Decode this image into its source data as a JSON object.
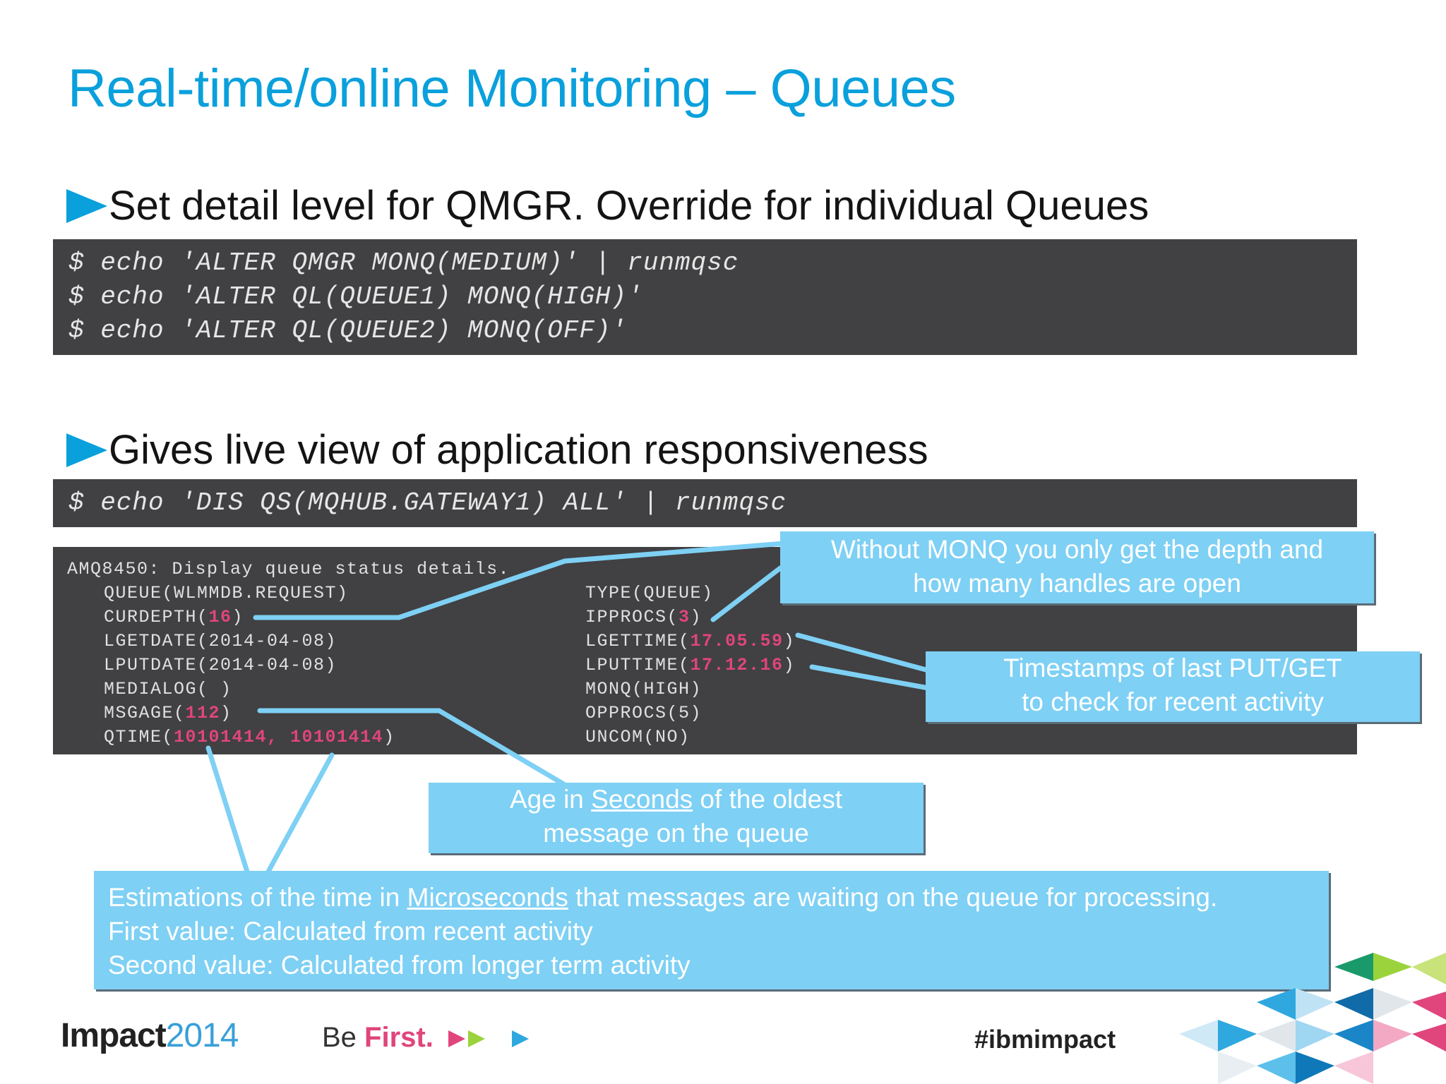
{
  "title": "Real-time/online Monitoring – Queues",
  "bullet1": "Set detail level for QMGR. Override for individual Queues",
  "code1": [
    "$ echo 'ALTER QMGR MONQ(MEDIUM)' | runmqsc",
    "$ echo 'ALTER QL(QUEUE1) MONQ(HIGH)'",
    "$ echo 'ALTER QL(QUEUE2) MONQ(OFF)'"
  ],
  "bullet2": "Gives live view of application responsiveness",
  "code2": "$ echo 'DIS QS(MQHUB.GATEWAY1) ALL' | runmqsc",
  "output": {
    "header": "AMQ8450: Display queue status details.",
    "queue": "QUEUE(WLMMDB.REQUEST)",
    "type": "TYPE(QUEUE)",
    "curdepth_pre": "CURDEPTH(",
    "curdepth_val": "16",
    "curdepth_post": ")",
    "ipprocs_pre": "IPPROCS(",
    "ipprocs_val": "3",
    "ipprocs_post": ")",
    "lgetdate": "LGETDATE(2014-04-08)",
    "lgettime_pre": "LGETTIME(",
    "lgettime_val": "17.05.59",
    "lgettime_post": ")",
    "lputdate": "LPUTDATE(2014-04-08)",
    "lputtime_pre": "LPUTTIME(",
    "lputtime_val": "17.12.16",
    "lputtime_post": ")",
    "medialog": "MEDIALOG( )",
    "monq": "MONQ(HIGH)",
    "msgage_pre": "MSGAGE(",
    "msgage_val": "112",
    "msgage_post": ")",
    "opprocs": "OPPROCS(5)",
    "qtime_pre": "QTIME(",
    "qtime_val": "10101414, 10101414",
    "qtime_post": ")",
    "uncom": "UNCOM(NO)"
  },
  "callouts": {
    "monq_line1": "Without MONQ you only get the depth and",
    "monq_line2": "how many handles are open",
    "ts_line1": "Timestamps of last PUT/GET",
    "ts_line2": "to check for recent activity",
    "age_pre": "Age in ",
    "age_u": "Seconds",
    "age_post": " of the oldest",
    "age_line2": "message on the queue",
    "est_pre": "Estimations of the time in ",
    "est_u": "Microseconds",
    "est_post": " that messages are waiting on the queue for processing.",
    "est_line2": "First value: Calculated from recent activity",
    "est_line3": "Second value: Calculated from longer term activity"
  },
  "footer": {
    "impact": "Impact",
    "year": "2014",
    "be": "Be ",
    "first": "First.",
    "hashtag": "#ibmimpact"
  },
  "colors": {
    "title": "#0aa0dc",
    "code_bg": "#414042",
    "highlight": "#e0457b",
    "callout": "#7ed0f4"
  }
}
